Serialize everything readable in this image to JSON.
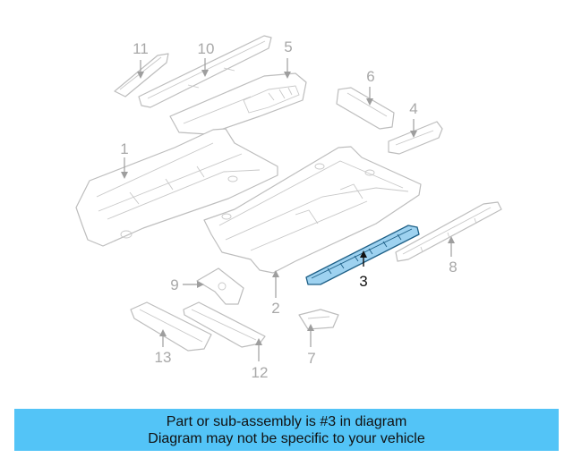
{
  "diagram": {
    "labels": {
      "p1": "1",
      "p2": "2",
      "p3": "3",
      "p4": "4",
      "p5": "5",
      "p6": "6",
      "p7": "7",
      "p8": "8",
      "p9": "9",
      "p10": "10",
      "p11": "11",
      "p12": "12",
      "p13": "13"
    },
    "highlighted_part": "3",
    "highlight_color": "#9ed2f0"
  },
  "banner": {
    "line1": "Part or sub-assembly is #3 in diagram",
    "line2": "Diagram may not be specific to your vehicle",
    "background": "#53c4f7"
  }
}
